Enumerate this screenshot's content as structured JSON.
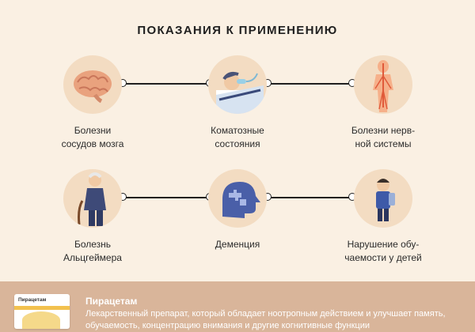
{
  "title": "ПОКАЗАНИЯ К ПРИМЕНЕНИЮ",
  "indications": {
    "row1": [
      {
        "caption": "Болезни\nсосудов мозга",
        "icon": "brain-icon"
      },
      {
        "caption": "Коматозные\nсостояния",
        "icon": "patient-in-bed-icon"
      },
      {
        "caption": "Болезни нерв-\nной системы",
        "icon": "nervous-system-icon"
      }
    ],
    "row2": [
      {
        "caption": "Болезнь\nАльцгеймера",
        "icon": "elderly-man-icon"
      },
      {
        "caption": "Деменция",
        "icon": "head-puzzle-icon"
      },
      {
        "caption": "Нарушение обу-\nчаемости у детей",
        "icon": "schoolboy-icon"
      }
    ]
  },
  "footer": {
    "drug_name": "Пирацетам",
    "description": "Лекарственный препарат, который обладает ноотропным действием и улучшает память, обучаемость, концентрацию внимания и другие когнитивные функции",
    "pack_label": "Пирацетам"
  },
  "colors": {
    "background": "#faf0e3",
    "circle": "#f3dcc2",
    "footer": "#d9b59a"
  }
}
